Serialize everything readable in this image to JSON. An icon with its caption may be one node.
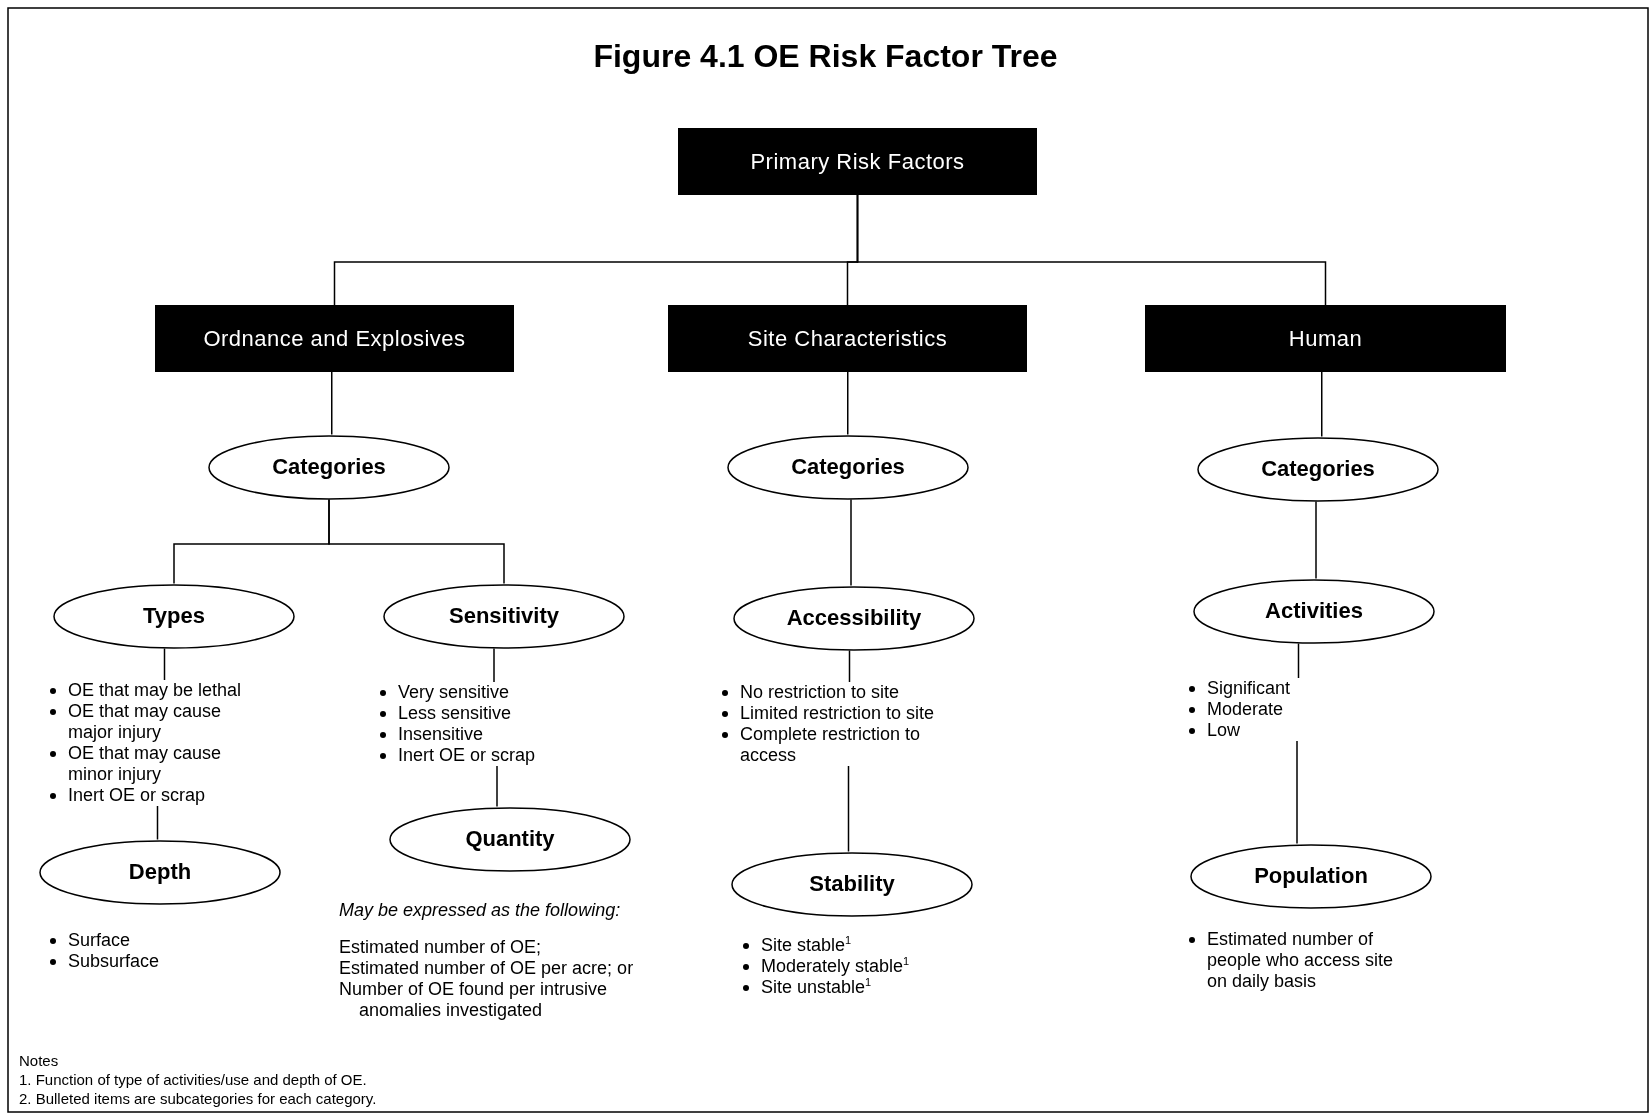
{
  "diagram": {
    "title": "Figure 4.1 OE Risk Factor Tree",
    "nodes": [
      {
        "text": [
          "Primary Risk Factors"
        ]
      },
      {
        "text": [
          "Ordnance and Explosives"
        ]
      },
      {
        "text": [
          "Site Characteristics"
        ]
      },
      {
        "text": [
          "Human"
        ]
      },
      {
        "text": [
          "Categories"
        ]
      },
      {
        "text": [
          "Types"
        ]
      },
      {
        "text": [
          "Sensitivity"
        ]
      },
      {
        "text": [
          "OE that may be lethal",
          "OE that may cause major injury",
          "OE that may cause minor injury",
          "Inert OE or scrap"
        ]
      },
      {
        "text": [
          "Very sensitive",
          "Less sensitive",
          "Insensitive",
          "Inert OE or scrap"
        ]
      },
      {
        "text": [
          "Depth"
        ]
      },
      {
        "text": [
          "Quantity"
        ],
        "beside": [
          "May be expressed as the following:",
          "Estimated number of OE;",
          "Estimated number of OE per acre; or",
          "Number of OE found per intrusive anomalies investigated"
        ]
      },
      {
        "text": [
          "Categories"
        ]
      },
      {
        "text": [
          "Accessibility"
        ]
      },
      {
        "text": [
          "No restriction to site",
          "Limited restriction to site",
          "Complete restriction to access"
        ]
      },
      {
        "text": [
          "Stability"
        ]
      },
      {
        "text": [
          "Categories"
        ]
      },
      {
        "text": [
          "Activities"
        ]
      },
      {
        "text": [
          "Significant",
          "Moderate",
          "Low"
        ]
      },
      {
        "text": [
          "Population"
        ]
      },
      {
        "text": [
          "Surface",
          "Subsurface"
        ]
      },
      {
        "text": [
          "Site stable$^{1}$",
          "Moderately stable$^{1}$",
          "Site unstable$^{1}$"
        ]
      },
      {
        "text": [
          "Estimated number of people who access site on daily basis"
        ]
      }
    ],
    "edges": [
      {
        "from": 0,
        "to": 1,
        "arrow": "none"
      },
      {
        "from": 0,
        "to": 2,
        "arrow": "none"
      },
      {
        "from": 0,
        "to": 3,
        "arrow": "none"
      },
      {
        "from": 1,
        "to": 4,
        "arrow": "none"
      },
      {
        "from": 4,
        "to": 5,
        "arrow": "none"
      },
      {
        "from": 4,
        "to": 6,
        "arrow": "none"
      },
      {
        "from": 5,
        "to": 7,
        "arrow": "none"
      },
      {
        "from": 6,
        "to": 8,
        "arrow": "none"
      },
      {
        "from": 7,
        "to": 9,
        "arrow": "none"
      },
      {
        "from": 8,
        "to": 10,
        "arrow": "none"
      },
      {
        "from": 2,
        "to": 11,
        "arrow": "none"
      },
      {
        "from": 11,
        "to": 12,
        "arrow": "none"
      },
      {
        "from": 12,
        "to": 13,
        "arrow": "none"
      },
      {
        "from": 13,
        "to": 14,
        "arrow": "none"
      },
      {
        "from": 3,
        "to": 15,
        "arrow": "none"
      },
      {
        "from": 15,
        "to": 16,
        "arrow": "none"
      },
      {
        "from": 16,
        "to": 17,
        "arrow": "none"
      },
      {
        "from": 17,
        "to": 18,
        "arrow": "none"
      }
    ],
    "labels": [
      "Notes",
      "1. Function of type of activities/use and depth of OE.",
      "2. Bulleted items are subcategories for each category."
    ]
  }
}
